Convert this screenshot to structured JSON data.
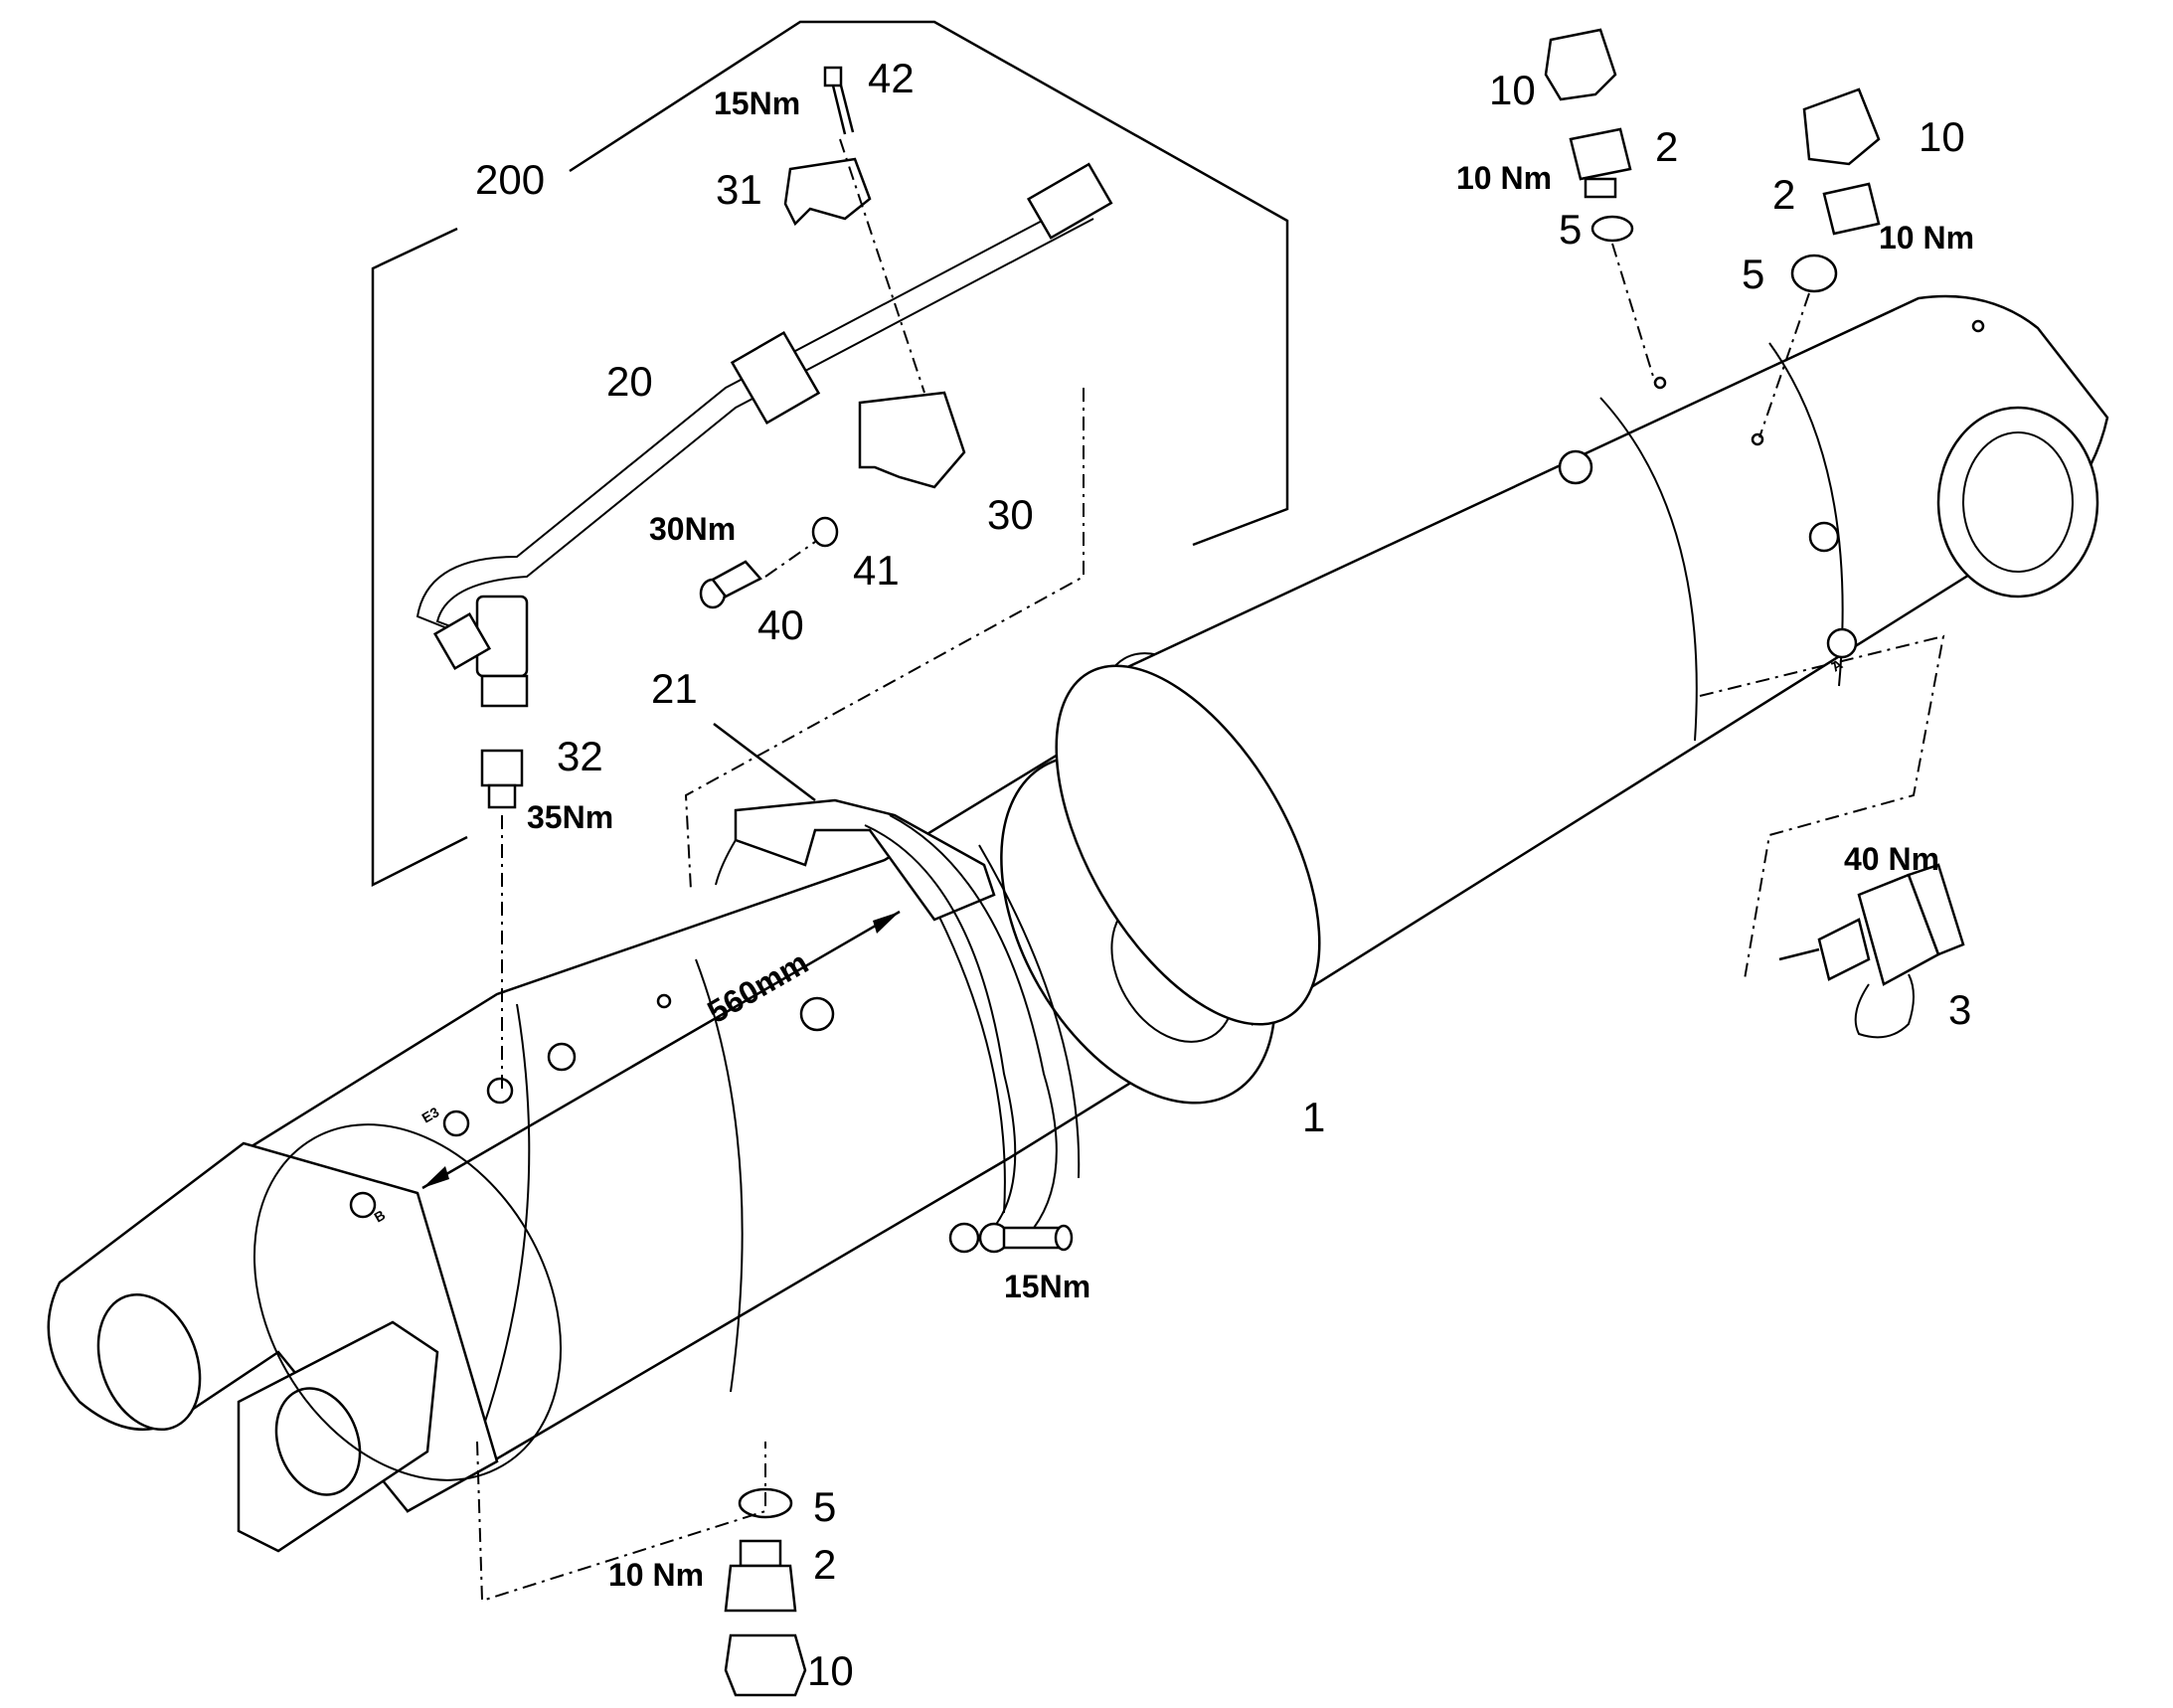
{
  "callouts": {
    "c1": "1",
    "c2a": "2",
    "c2b": "2",
    "c2c": "2",
    "c3": "3",
    "c5a": "5",
    "c5b": "5",
    "c5c": "5",
    "c10a": "10",
    "c10b": "10",
    "c10c": "10",
    "c20": "20",
    "c21": "21",
    "c30": "30",
    "c31": "31",
    "c32": "32",
    "c40": "40",
    "c41": "41",
    "c42": "42",
    "c200": "200"
  },
  "torques": {
    "t42": "15Nm",
    "t2a": "10 Nm",
    "t2b": "10 Nm",
    "t2c": "10 Nm",
    "t40": "30Nm",
    "t32": "35Nm",
    "t3": "40 Nm",
    "tclamp": "15Nm"
  },
  "dimension": {
    "length": "560mm"
  },
  "port_markings": {
    "e3": "E3",
    "b": "B",
    "a": "A"
  }
}
